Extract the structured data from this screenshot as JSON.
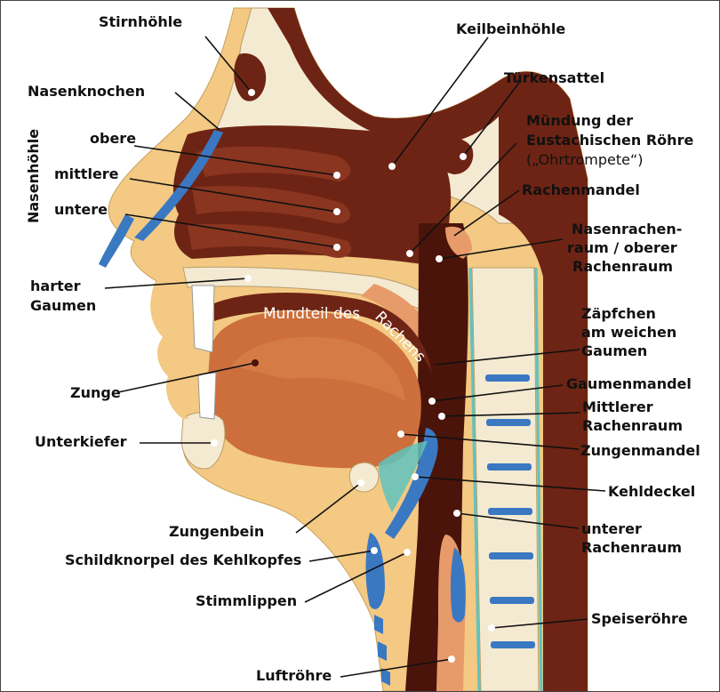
{
  "labels": {
    "stirnhoehle": "Stirnhöhle",
    "keilbeinhoehle": "Keilbeinhöhle",
    "nasenknochen": "Nasenknochen",
    "tuerkensattel": "Türkensattel",
    "nasenhoehle": "Nasenhöhle",
    "obere": "obere",
    "muendung_line1": "Mündung der",
    "muendung_line2": "Eustachischen Röhre",
    "muendung_line3": "(„Ohrtrompete“)",
    "mittlere": "mittlere",
    "rachenmandel": "Rachenmandel",
    "untere": "untere",
    "nasenrachen_line1": "Nasenrachen-",
    "nasenrachen_line2": "raum / oberer",
    "nasenrachen_line3": "Rachenraum",
    "harter_line1": "harter",
    "harter_line2": "Gaumen",
    "mundteil_part1": "Mundteil des",
    "mundteil_part2": "Rachens",
    "zaepfchen_line1": "Zäpfchen",
    "zaepfchen_line2": "am weichen",
    "zaepfchen_line3": "Gaumen",
    "zunge": "Zunge",
    "gaumenmandel": "Gaumenmandel",
    "mittlerer_line1": "Mittlerer",
    "mittlerer_line2": "Rachenraum",
    "unterkiefer": "Unterkiefer",
    "zungenmandel": "Zungenmandel",
    "kehldeckel": "Kehldeckel",
    "zungenbein": "Zungenbein",
    "unterer_line1": "unterer",
    "unterer_line2": "Rachenraum",
    "schildknorpel": "Schildknorpel des Kehlkopfes",
    "stimmlippen": "Stimmlippen",
    "speiseroehre": "Speiseröhre",
    "luftroehre": "Luftröhre"
  },
  "colors": {
    "skin": "#f3c983",
    "bone": "#f4ead2",
    "cavity": "#6e2414",
    "cavity_dark": "#4a140a",
    "tongue": "#cc6f3c",
    "cartilage": "#3a78c2",
    "mucosa": "#e79a6a",
    "teal": "#5fc3c0"
  }
}
